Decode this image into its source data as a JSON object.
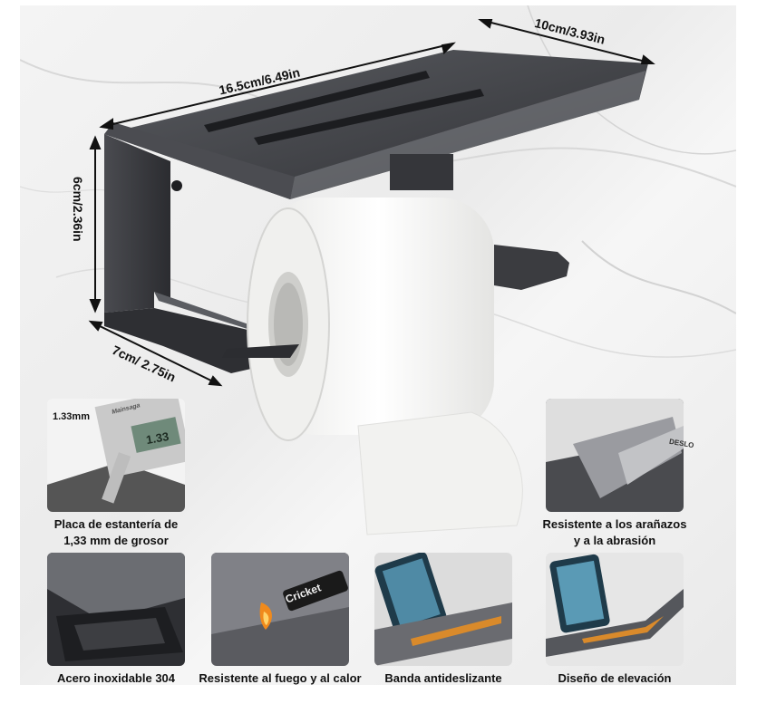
{
  "dimensions": {
    "width": "16.5cm/6.49in",
    "depth_top": "10cm/3.93in",
    "height": "6cm/2.36in",
    "depth_bottom": "7cm/ 2.75in"
  },
  "thickness_label": "1.33mm",
  "caliper_reading": "1.33",
  "caliper_brand": "Mainsaga",
  "lighter_brand": "Cricket",
  "knife_text": "DESLO",
  "features": [
    {
      "line1": "Placa de estantería de",
      "line2": "1,33 mm de grosor"
    },
    {
      "line1": "Resistente a los arañazos",
      "line2": "y a la abrasión"
    },
    {
      "line1": "Acero inoxidable 304",
      "line2": ""
    },
    {
      "line1": "Resistente al fuego y al calor",
      "line2": ""
    },
    {
      "line1": "Banda antideslizante",
      "line2": ""
    },
    {
      "line1": "Diseño de elevación",
      "line2": ""
    }
  ],
  "colors": {
    "metal": "#3e3f43",
    "metal_light": "#6b6d72",
    "paper": "#f7f7f5",
    "accent_orange": "#d98a2b"
  }
}
